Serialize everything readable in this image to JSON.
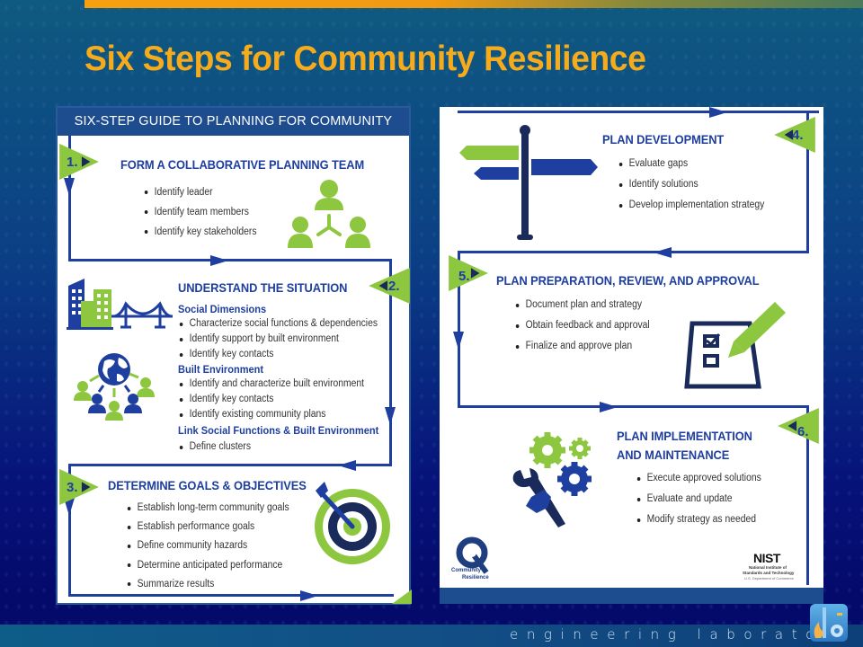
{
  "slide": {
    "title": "Six Steps for Community Resilience",
    "footer_text": "engineering laboratory",
    "footer_logo": "engineering-laboratory-logo"
  },
  "colors": {
    "title": "#f5ab1b",
    "brand_blue": "#1e3ea0",
    "accent_green": "#8dc63f",
    "navy": "#1a2a5a",
    "header_blue": "#1d4d8e"
  },
  "left_panel": {
    "header": "SIX-STEP GUIDE TO PLANNING FOR COMMUNITY RESILIENCE",
    "steps": [
      {
        "number": "1.",
        "title": "FORM A COLLABORATIVE PLANNING TEAM",
        "bullets": [
          "Identify leader",
          "Identify team members",
          "Identify key stakeholders"
        ],
        "icon": "team-network-icon"
      },
      {
        "number": "2.",
        "title": "UNDERSTAND THE SITUATION",
        "sections": [
          {
            "subtitle": "Social Dimensions",
            "bullets": [
              "Characterize social functions & dependencies",
              "Identify support by built environment",
              "Identify key contacts"
            ]
          },
          {
            "subtitle": "Built Environment",
            "bullets": [
              "Identify and characterize built environment",
              "Identify key contacts",
              "Identify existing community plans"
            ]
          },
          {
            "subtitle": "Link Social Functions & Built Environment",
            "bullets": [
              "Define clusters"
            ]
          }
        ],
        "icons": [
          "city-bridge-icon",
          "globe-people-icon"
        ]
      },
      {
        "number": "3.",
        "title": "DETERMINE GOALS & OBJECTIVES",
        "bullets": [
          "Establish long-term community goals",
          "Establish performance goals",
          "Define community hazards",
          "Determine anticipated performance",
          "Summarize results"
        ],
        "icon": "target-arrow-icon"
      }
    ]
  },
  "right_panel": {
    "steps": [
      {
        "number": "4.",
        "title": "PLAN DEVELOPMENT",
        "bullets": [
          "Evaluate gaps",
          "Identify solutions",
          "Develop implementation strategy"
        ],
        "icon": "signpost-icon"
      },
      {
        "number": "5.",
        "title": "PLAN PREPARATION, REVIEW, AND APPROVAL",
        "bullets": [
          "Document plan and strategy",
          "Obtain feedback and approval",
          "Finalize and approve plan"
        ],
        "icon": "checklist-pencil-icon"
      },
      {
        "number": "6.",
        "title_line1": "PLAN IMPLEMENTATION",
        "title_line2": "AND MAINTENANCE",
        "bullets": [
          "Execute approved solutions",
          "Evaluate and update",
          "Modify strategy as needed"
        ],
        "icon": "wrench-gears-icon"
      }
    ],
    "logos": {
      "community_resilience_line1": "Community",
      "community_resilience_line2": "Resilience",
      "nist": "NIST",
      "nist_line1": "National Institute of",
      "nist_line2": "Standards and Technology",
      "nist_line3": "U.S. Department of Commerce"
    }
  }
}
